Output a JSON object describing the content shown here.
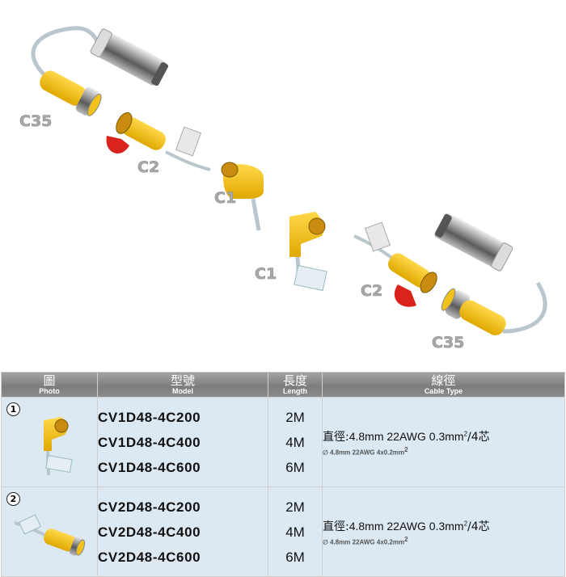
{
  "illustration": {
    "callouts": [
      "C35",
      "C2",
      "C1",
      "C1",
      "C2",
      "C35"
    ]
  },
  "table": {
    "headers": [
      {
        "zh": "圖",
        "en": "Photo"
      },
      {
        "zh": "型號",
        "en": "Model"
      },
      {
        "zh": "長度",
        "en": "Length"
      },
      {
        "zh": "線徑",
        "en": "Cable Type"
      }
    ],
    "rows": [
      {
        "index": "1",
        "photo_icon": "right-angle-connector-icon",
        "models": [
          "CV1D48-4C200",
          "CV1D48-4C400",
          "CV1D48-4C600"
        ],
        "lengths": [
          "2M",
          "4M",
          "6M"
        ],
        "cable_label": "直徑:",
        "cable_spec": "4.8mm  22AWG  0.3mm",
        "cable_unit_sup": "2",
        "cable_cores": "/4芯",
        "cable_sub": "∅ 4.8mm 22AWG 4x0.2mm",
        "cable_sub_sup": "2"
      },
      {
        "index": "2",
        "photo_icon": "straight-connector-icon",
        "models": [
          "CV2D48-4C200",
          "CV2D48-4C400",
          "CV2D48-4C600"
        ],
        "lengths": [
          "2M",
          "4M",
          "6M"
        ],
        "cable_label": "直徑:",
        "cable_spec": "4.8mm  22AWG  0.3mm",
        "cable_unit_sup": "2",
        "cable_cores": "/4芯",
        "cable_sub": "∅ 4.8mm 22AWG 4x0.2mm",
        "cable_sub_sup": "2"
      }
    ]
  },
  "colors": {
    "connector_yellow": "#f2c21b",
    "ring_red": "#d9231c",
    "cable_grey": "#b8c4cc",
    "header_grey": "#8a8a8a",
    "row_blue": "#dce9f3"
  }
}
